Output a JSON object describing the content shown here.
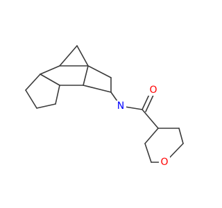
{
  "molecule": {
    "atoms": [
      {
        "id": "N1",
        "label": "N",
        "color": "#0000ff"
      },
      {
        "id": "O1",
        "label": "O",
        "color": "#ff0000"
      },
      {
        "id": "O2",
        "label": "O",
        "color": "#ff0000"
      }
    ],
    "bond_color": "#3a3a3a",
    "background": "#ffffff"
  }
}
